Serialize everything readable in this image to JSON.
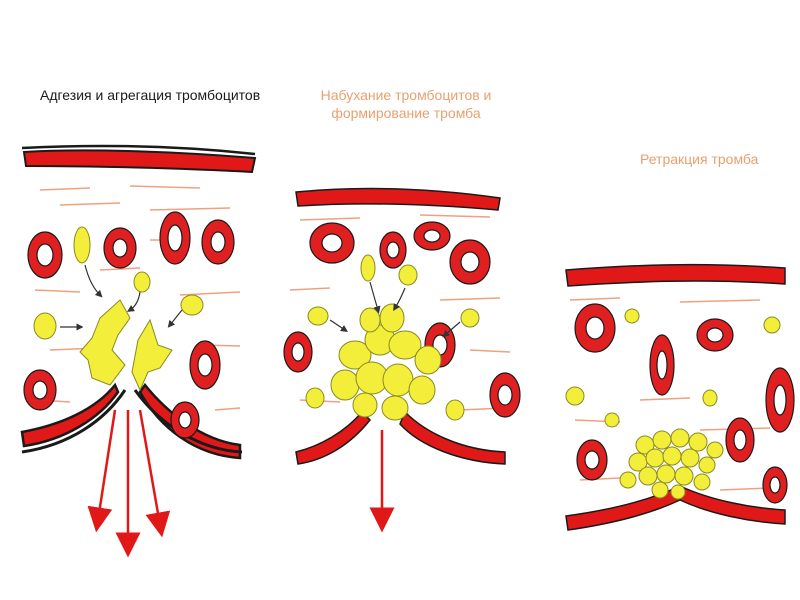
{
  "captions": {
    "stage1": "Адгезия и агрегация тромбоцитов",
    "stage2": "Набухание тромбоцитов и формирование тромба",
    "stage3": "Ретракция тромба"
  },
  "colors": {
    "vessel_wall": "#e01818",
    "rbc": "#e02020",
    "platelet": "#f2ee3a",
    "stroke": "#1a1a1a",
    "plasma_streak": "#f0a080",
    "caption_accent": "#e8a070"
  }
}
